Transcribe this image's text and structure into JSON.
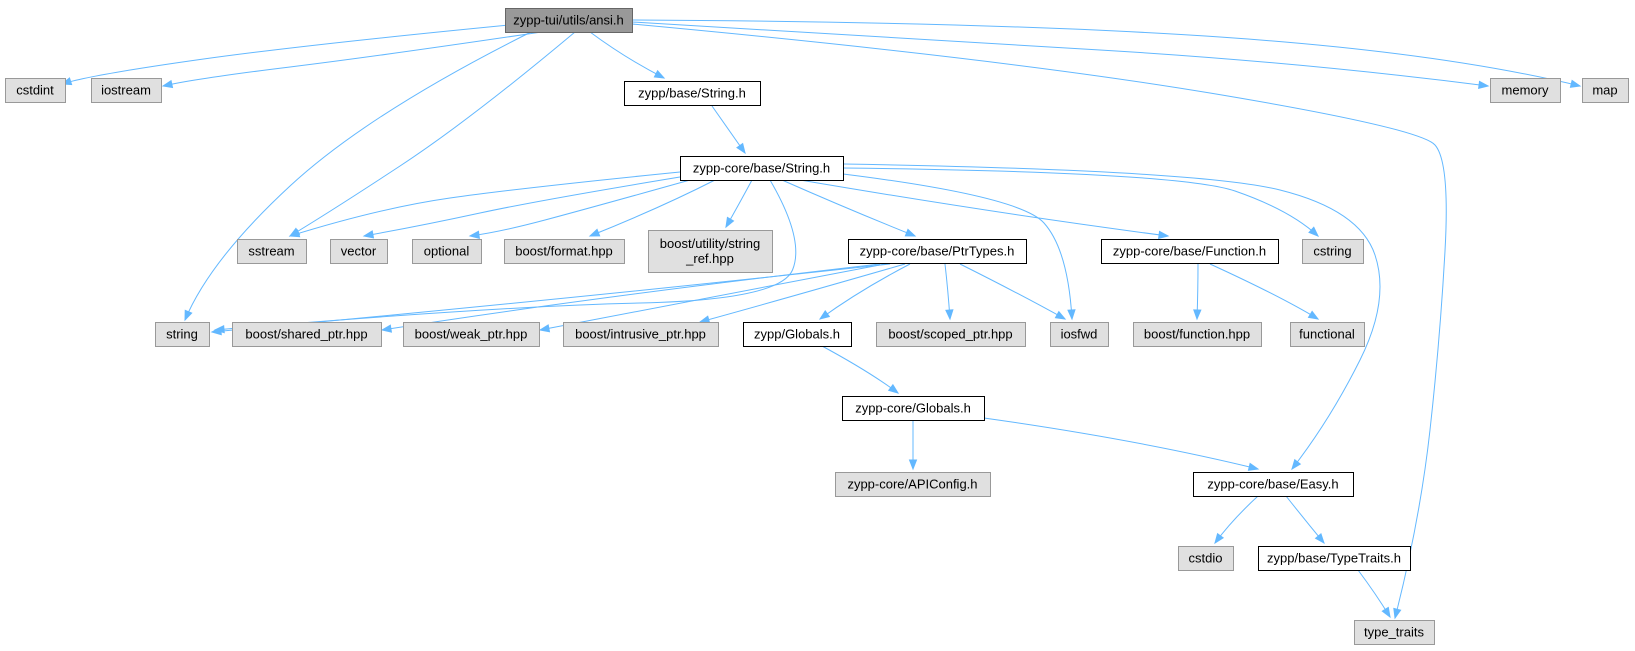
{
  "graph": {
    "colors": {
      "root_fill": "#999999",
      "root_stroke": "#666666",
      "local_fill": "#ffffff",
      "local_stroke": "#000000",
      "system_fill": "#e0e0e0",
      "system_stroke": "#999999",
      "edge": "#63b8ff"
    },
    "nodes": [
      {
        "id": "ansi",
        "label": [
          "zypp-tui/utils/ansi.h"
        ],
        "kind": "root"
      },
      {
        "id": "cstdint",
        "label": [
          "cstdint"
        ],
        "kind": "system"
      },
      {
        "id": "iostream",
        "label": [
          "iostream"
        ],
        "kind": "system"
      },
      {
        "id": "zb_string",
        "label": [
          "zypp/base/String.h"
        ],
        "kind": "local"
      },
      {
        "id": "memory",
        "label": [
          "memory"
        ],
        "kind": "system"
      },
      {
        "id": "map",
        "label": [
          "map"
        ],
        "kind": "system"
      },
      {
        "id": "zcb_string",
        "label": [
          "zypp-core/base/String.h"
        ],
        "kind": "local"
      },
      {
        "id": "sstream",
        "label": [
          "sstream"
        ],
        "kind": "system"
      },
      {
        "id": "vector",
        "label": [
          "vector"
        ],
        "kind": "system"
      },
      {
        "id": "optional",
        "label": [
          "optional"
        ],
        "kind": "system"
      },
      {
        "id": "format",
        "label": [
          "boost/format.hpp"
        ],
        "kind": "system"
      },
      {
        "id": "string_ref",
        "label": [
          "boost/utility/string",
          "_ref.hpp"
        ],
        "kind": "system"
      },
      {
        "id": "ptrtypes",
        "label": [
          "zypp-core/base/PtrTypes.h"
        ],
        "kind": "local"
      },
      {
        "id": "function_h",
        "label": [
          "zypp-core/base/Function.h"
        ],
        "kind": "local"
      },
      {
        "id": "cstring",
        "label": [
          "cstring"
        ],
        "kind": "system"
      },
      {
        "id": "string",
        "label": [
          "string"
        ],
        "kind": "system"
      },
      {
        "id": "shared_ptr",
        "label": [
          "boost/shared_ptr.hpp"
        ],
        "kind": "system"
      },
      {
        "id": "weak_ptr",
        "label": [
          "boost/weak_ptr.hpp"
        ],
        "kind": "system"
      },
      {
        "id": "intrusive_ptr",
        "label": [
          "boost/intrusive_ptr.hpp"
        ],
        "kind": "system"
      },
      {
        "id": "z_globals",
        "label": [
          "zypp/Globals.h"
        ],
        "kind": "local"
      },
      {
        "id": "scoped_ptr",
        "label": [
          "boost/scoped_ptr.hpp"
        ],
        "kind": "system"
      },
      {
        "id": "iosfwd",
        "label": [
          "iosfwd"
        ],
        "kind": "system"
      },
      {
        "id": "b_function",
        "label": [
          "boost/function.hpp"
        ],
        "kind": "system"
      },
      {
        "id": "functional",
        "label": [
          "functional"
        ],
        "kind": "system"
      },
      {
        "id": "zc_globals",
        "label": [
          "zypp-core/Globals.h"
        ],
        "kind": "local"
      },
      {
        "id": "apiconfig",
        "label": [
          "zypp-core/APIConfig.h"
        ],
        "kind": "system"
      },
      {
        "id": "easy",
        "label": [
          "zypp-core/base/Easy.h"
        ],
        "kind": "local"
      },
      {
        "id": "cstdio",
        "label": [
          "cstdio"
        ],
        "kind": "system"
      },
      {
        "id": "typetraits",
        "label": [
          "zypp/base/TypeTraits.h"
        ],
        "kind": "local"
      },
      {
        "id": "type_traits",
        "label": [
          "type_traits"
        ],
        "kind": "system"
      }
    ],
    "edges": [
      {
        "from": "ansi",
        "to": "cstdint"
      },
      {
        "from": "ansi",
        "to": "iostream"
      },
      {
        "from": "ansi",
        "to": "string"
      },
      {
        "from": "ansi",
        "to": "sstream"
      },
      {
        "from": "ansi",
        "to": "zb_string"
      },
      {
        "from": "ansi",
        "to": "memory"
      },
      {
        "from": "ansi",
        "to": "map"
      },
      {
        "from": "ansi",
        "to": "type_traits"
      },
      {
        "from": "zb_string",
        "to": "zcb_string"
      },
      {
        "from": "zcb_string",
        "to": "sstream"
      },
      {
        "from": "zcb_string",
        "to": "vector"
      },
      {
        "from": "zcb_string",
        "to": "optional"
      },
      {
        "from": "zcb_string",
        "to": "format"
      },
      {
        "from": "zcb_string",
        "to": "string_ref"
      },
      {
        "from": "zcb_string",
        "to": "ptrtypes"
      },
      {
        "from": "zcb_string",
        "to": "function_h"
      },
      {
        "from": "zcb_string",
        "to": "cstring"
      },
      {
        "from": "zcb_string",
        "to": "string"
      },
      {
        "from": "zcb_string",
        "to": "iosfwd"
      },
      {
        "from": "zcb_string",
        "to": "easy"
      },
      {
        "from": "ptrtypes",
        "to": "string"
      },
      {
        "from": "ptrtypes",
        "to": "shared_ptr"
      },
      {
        "from": "ptrtypes",
        "to": "weak_ptr"
      },
      {
        "from": "ptrtypes",
        "to": "intrusive_ptr"
      },
      {
        "from": "ptrtypes",
        "to": "z_globals"
      },
      {
        "from": "ptrtypes",
        "to": "scoped_ptr"
      },
      {
        "from": "ptrtypes",
        "to": "iosfwd"
      },
      {
        "from": "function_h",
        "to": "b_function"
      },
      {
        "from": "function_h",
        "to": "functional"
      },
      {
        "from": "z_globals",
        "to": "zc_globals"
      },
      {
        "from": "zc_globals",
        "to": "apiconfig"
      },
      {
        "from": "zc_globals",
        "to": "easy"
      },
      {
        "from": "easy",
        "to": "cstdio"
      },
      {
        "from": "easy",
        "to": "typetraits"
      },
      {
        "from": "typetraits",
        "to": "type_traits"
      }
    ]
  }
}
